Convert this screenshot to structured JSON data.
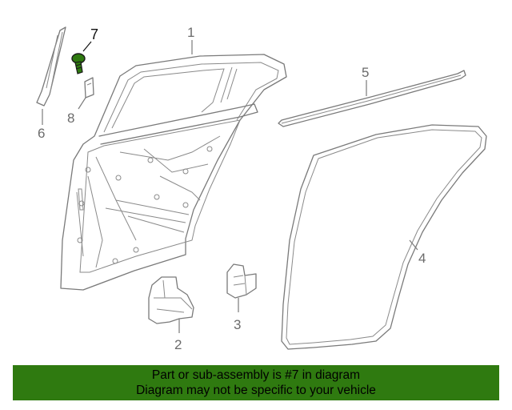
{
  "diagram": {
    "callouts": [
      "1",
      "2",
      "3",
      "4",
      "5",
      "6",
      "7",
      "8"
    ],
    "highlighted_part": "7",
    "highlight_color": "#2f7a10"
  },
  "banner": {
    "line1": "Part or sub-assembly is #7 in diagram",
    "line2": "Diagram may not be specific to your vehicle",
    "background": "#2f7a10"
  }
}
